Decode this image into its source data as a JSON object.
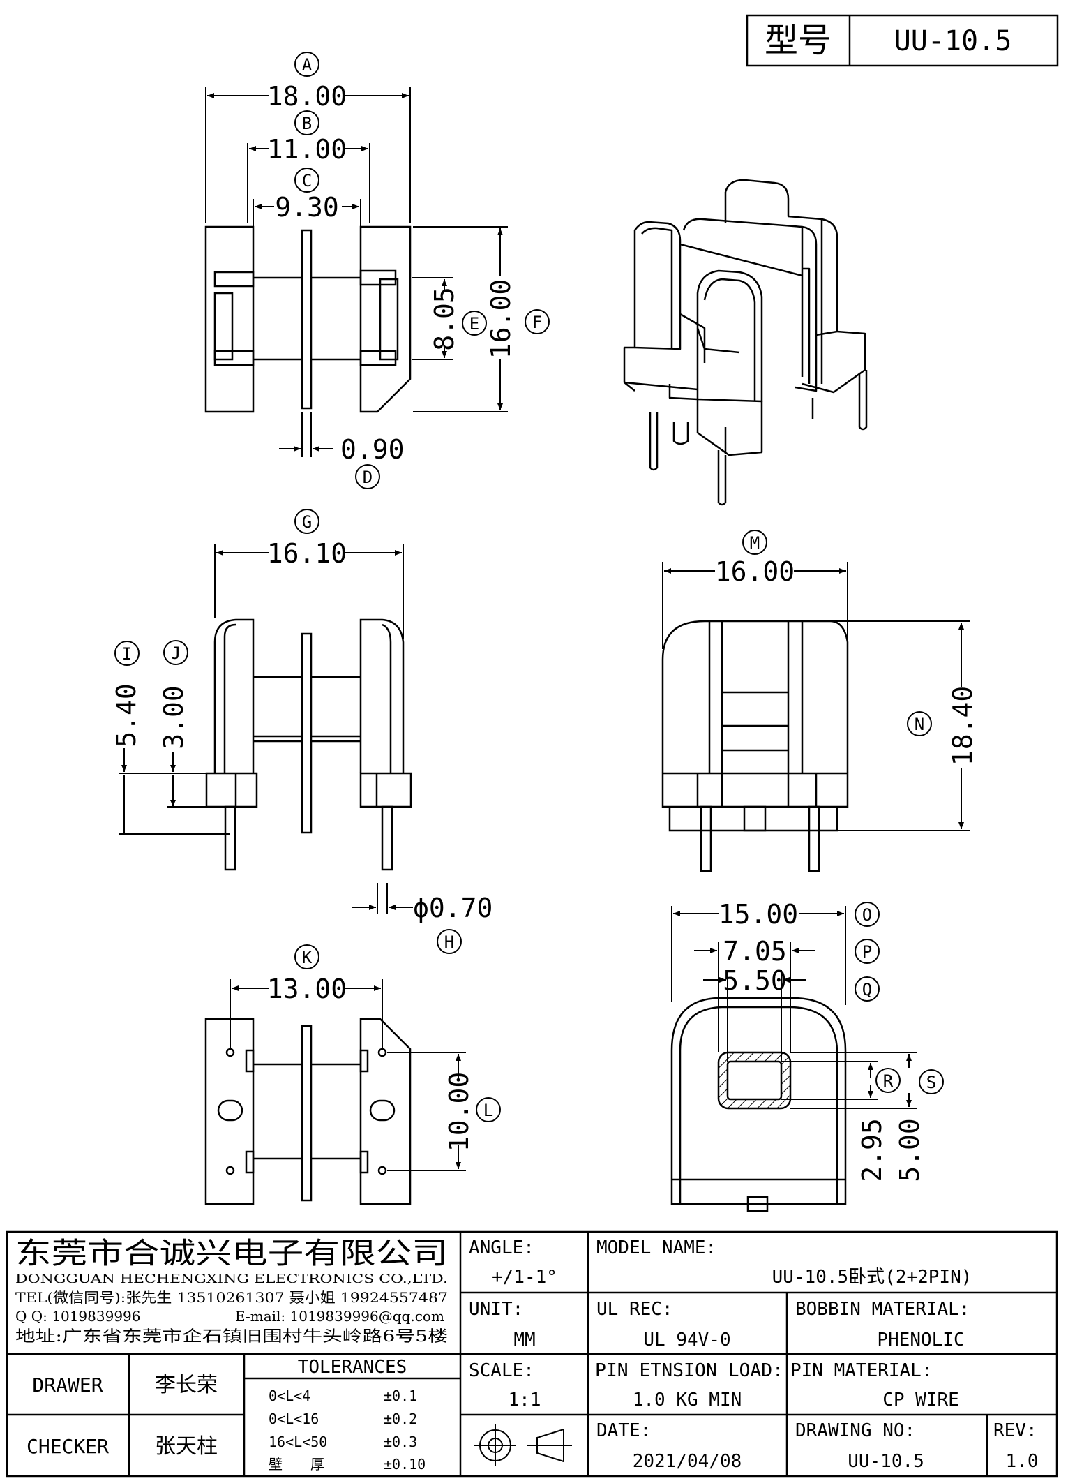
{
  "header": {
    "model_label": "型号",
    "model_value": "UU-10.5"
  },
  "dimensions": {
    "A": {
      "letter": "A",
      "value": "18.00"
    },
    "B": {
      "letter": "B",
      "value": "11.00"
    },
    "C": {
      "letter": "C",
      "value": "9.30"
    },
    "D": {
      "letter": "D",
      "value": "0.90"
    },
    "E": {
      "letter": "E",
      "value": "8.05"
    },
    "F": {
      "letter": "F",
      "value": "16.00"
    },
    "G": {
      "letter": "G",
      "value": "16.10"
    },
    "H": {
      "letter": "H",
      "value": "ϕ0.70"
    },
    "I": {
      "letter": "I",
      "value": "5.40"
    },
    "J": {
      "letter": "J",
      "value": "3.00"
    },
    "K": {
      "letter": "K",
      "value": "13.00"
    },
    "L": {
      "letter": "L",
      "value": "10.00"
    },
    "M": {
      "letter": "M",
      "value": "16.00"
    },
    "N": {
      "letter": "N",
      "value": "18.40"
    },
    "O": {
      "letter": "O",
      "value": "15.00"
    },
    "P": {
      "letter": "P",
      "value": "7.05"
    },
    "Q": {
      "letter": "Q",
      "value": "5.50"
    },
    "R": {
      "letter": "R",
      "value": "2.95"
    },
    "S": {
      "letter": "S",
      "value": "5.00"
    }
  },
  "company": {
    "name_cn": "东莞市合诚兴电子有限公司",
    "name_en": "DONGGUAN HECHENGXING ELECTRONICS CO.,LTD.",
    "tel": "TEL(微信同号):张先生 13510261307 聂小姐 19924557487",
    "qq": "Q Q: 1019839996",
    "email": "E-mail: 1019839996@qq.com",
    "address": "地址:广东省东莞市企石镇旧围村牛头岭路6号5楼"
  },
  "fields": {
    "angle_label": "ANGLE:",
    "angle_value": "+/1-1°",
    "model_name_label": "MODEL NAME:",
    "model_name_value": "UU-10.5卧式(2+2PIN)",
    "unit_label": "UNIT:",
    "unit_value": "MM",
    "ul_label": "UL REC:",
    "ul_value": "UL 94V-0",
    "bobbin_label": "BOBBIN MATERIAL:",
    "bobbin_value": "PHENOLIC",
    "scale_label": "SCALE:",
    "scale_value": "1:1",
    "pin_load_label": "PIN ETNSION LOAD:",
    "pin_load_value": "1.0 KG MIN",
    "pin_mat_label": "PIN MATERIAL:",
    "pin_mat_value": "CP WIRE",
    "date_label": "DATE:",
    "date_value": "2021/04/08",
    "drawing_no_label": "DRAWING NO:",
    "drawing_no_value": "UU-10.5",
    "rev_label": "REV:",
    "rev_value": "1.0",
    "drawer_label": "DRAWER",
    "drawer_value": "李长荣",
    "checker_label": "CHECKER",
    "checker_value": "张天柱"
  },
  "tolerances": {
    "title": "TOLERANCES",
    "rows": [
      {
        "range": "0<L<4",
        "tol": "±0.1"
      },
      {
        "range": "0<L<16",
        "tol": "±0.2"
      },
      {
        "range": "16<L<50",
        "tol": "±0.3"
      },
      {
        "range": "壁　　厚",
        "tol": "±0.10"
      }
    ]
  }
}
